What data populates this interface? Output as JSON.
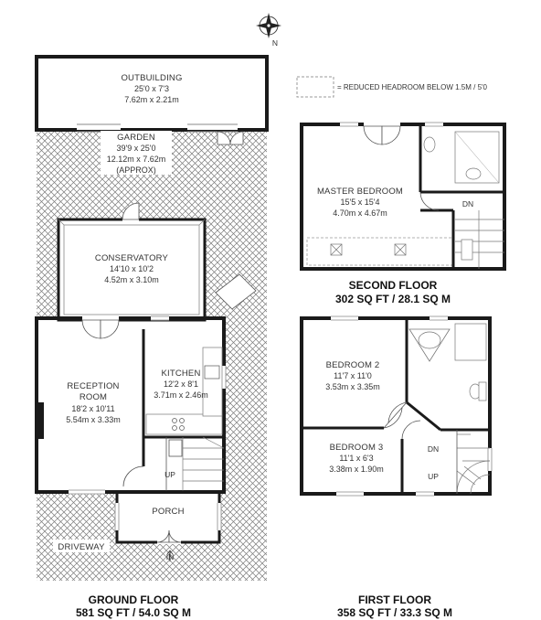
{
  "legend": {
    "text": "= REDUCED HEADROOM BELOW 1.5M / 5'0"
  },
  "compass": {
    "label": "N"
  },
  "ground_floor": {
    "title": "GROUND FLOOR",
    "area": "581 SQ FT / 54.0 SQ M",
    "outbuilding": {
      "name": "OUTBUILDING",
      "imperial": "25'0 x 7'3",
      "metric": "7.62m x 2.21m"
    },
    "garden": {
      "name": "GARDEN",
      "imperial": "39'9 x 25'0",
      "metric": "12.12m x 7.62m",
      "note": "(APPROX)"
    },
    "conservatory": {
      "name": "CONSERVATORY",
      "imperial": "14'10 x 10'2",
      "metric": "4.52m x 3.10m"
    },
    "reception": {
      "name1": "RECEPTION",
      "name2": "ROOM",
      "imperial": "18'2 x 10'11",
      "metric": "5.54m x 3.33m"
    },
    "kitchen": {
      "name": "KITCHEN",
      "imperial": "12'2 x 8'1",
      "metric": "3.71m x 2.46m"
    },
    "porch": {
      "name": "PORCH"
    },
    "driveway": {
      "name": "DRIVEWAY"
    },
    "in_label": "IN",
    "up_label": "UP"
  },
  "second_floor": {
    "title": "SECOND FLOOR",
    "area": "302 SQ FT / 28.1 SQ M",
    "master": {
      "name": "MASTER BEDROOM",
      "imperial": "15'5 x 15'4",
      "metric": "4.70m x 4.67m"
    },
    "dn_label": "DN"
  },
  "first_floor": {
    "title": "FIRST FLOOR",
    "area": "358 SQ FT / 33.3 SQ M",
    "bedroom2": {
      "name": "BEDROOM 2",
      "imperial": "11'7 x 11'0",
      "metric": "3.53m x 3.35m"
    },
    "bedroom3": {
      "name": "BEDROOM 3",
      "imperial": "11'1 x 6'3",
      "metric": "3.38m x 1.90m"
    },
    "dn_label": "DN",
    "up_label": "UP"
  }
}
